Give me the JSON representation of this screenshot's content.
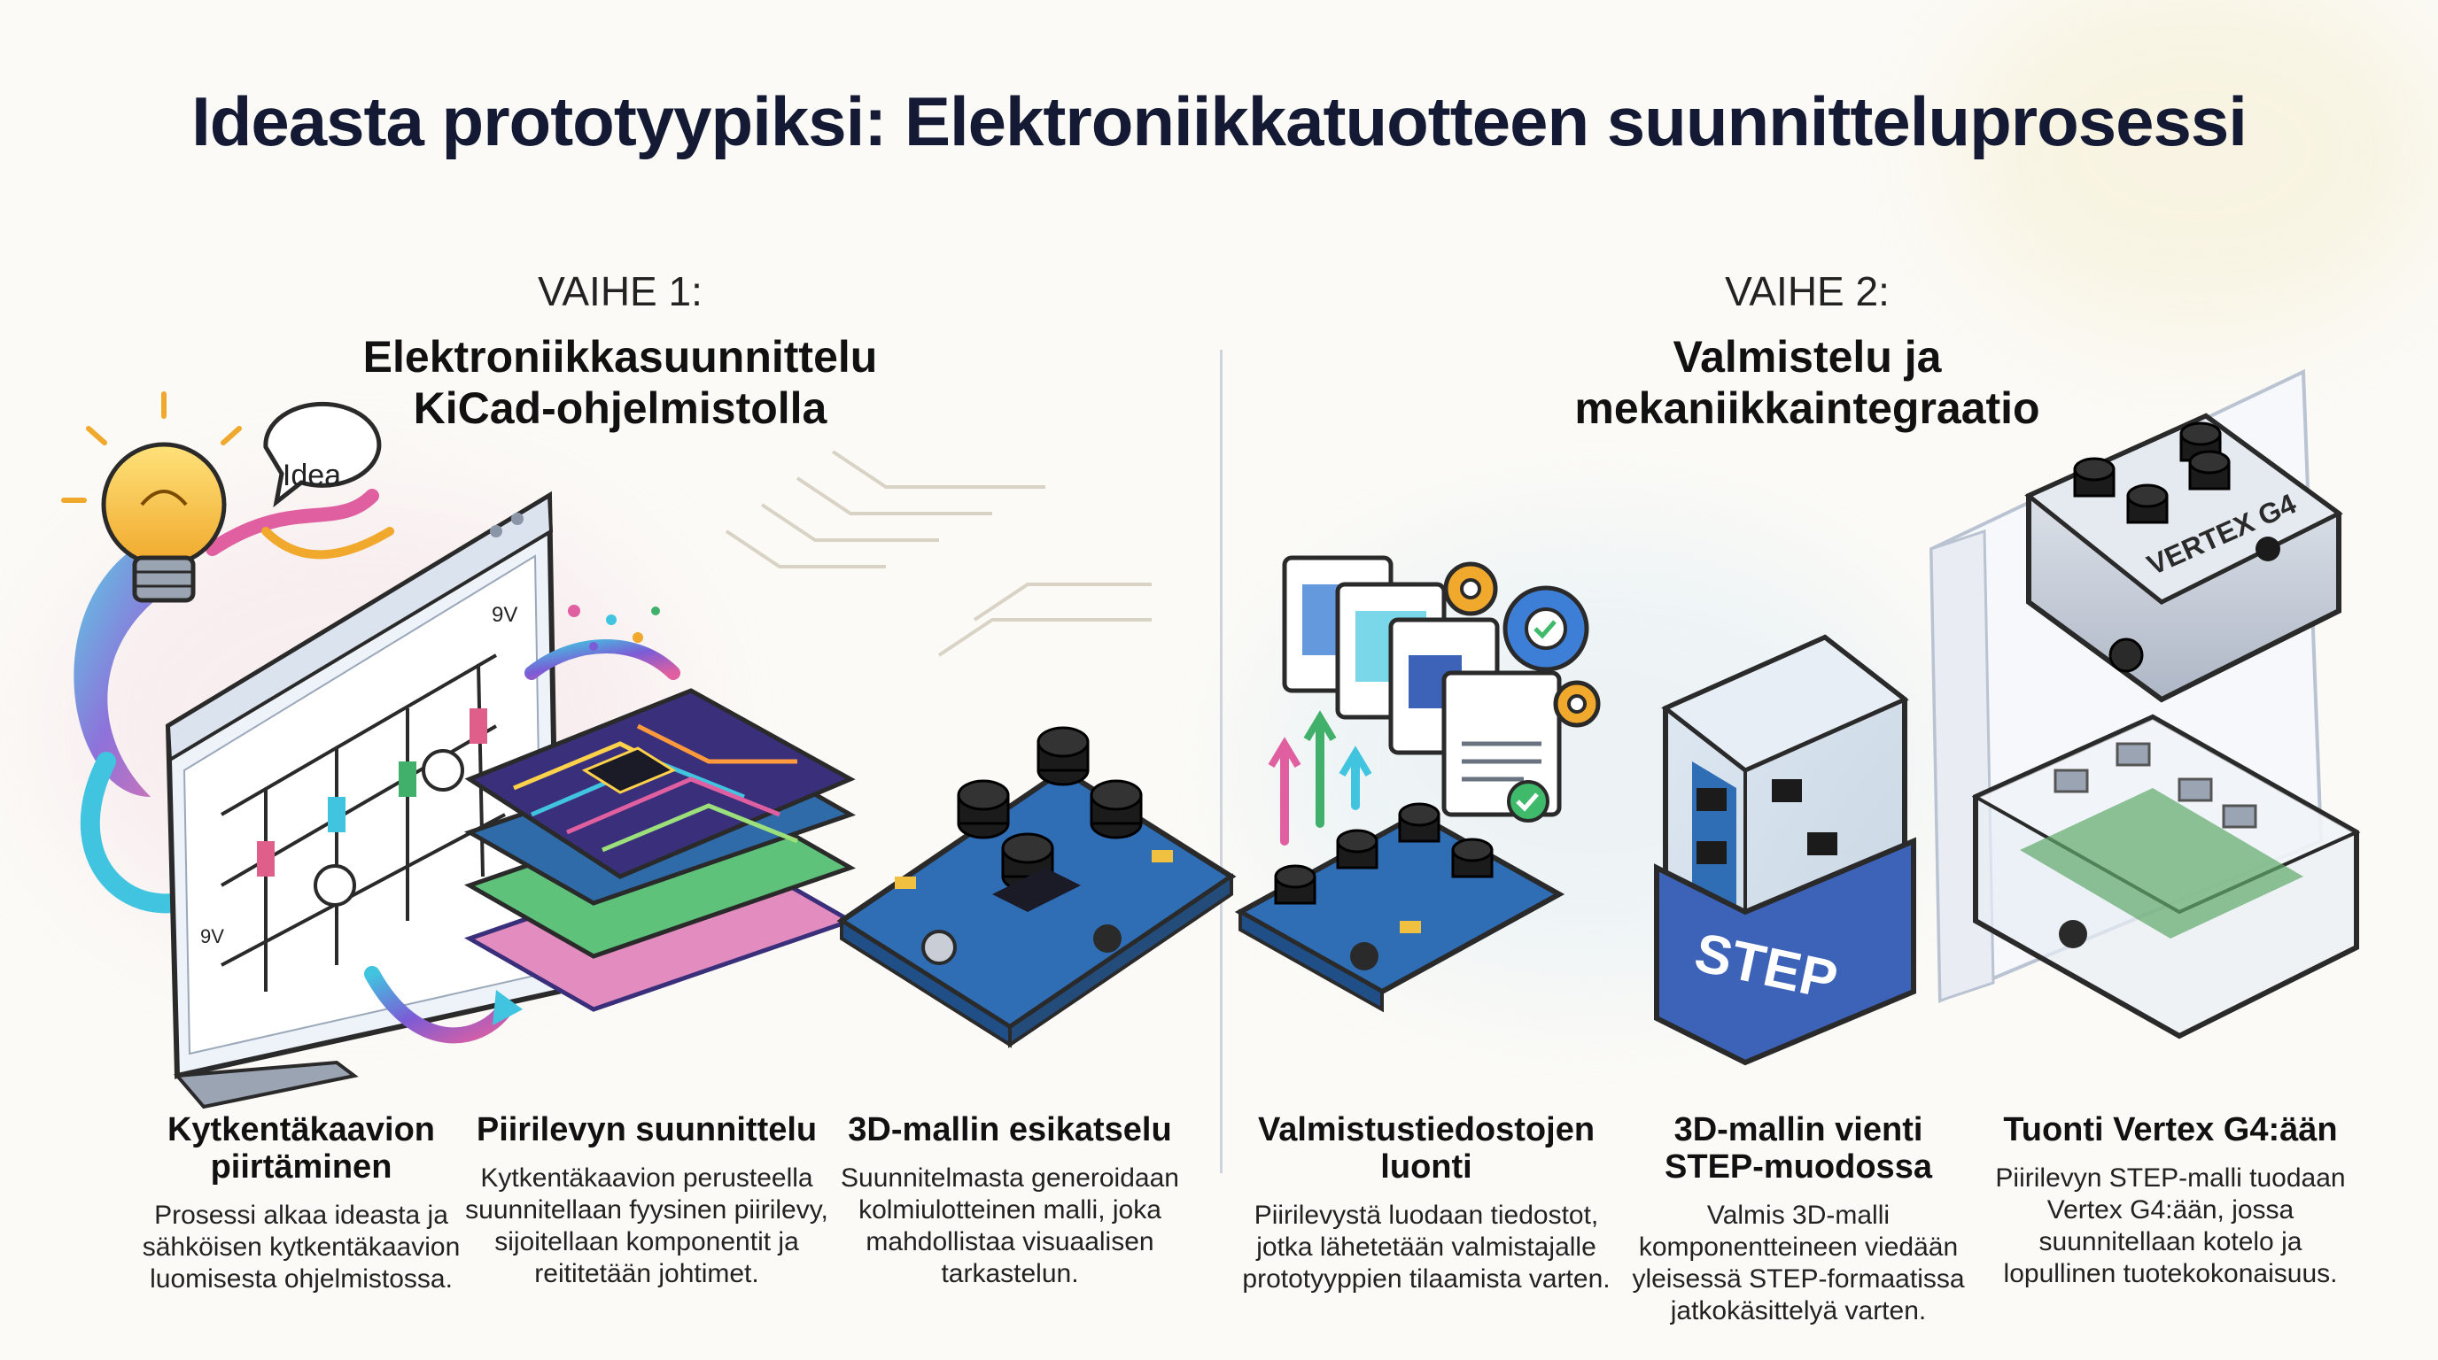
{
  "title": "Ideasta prototyypiksi: Elektroniikkatuotteen suunnitteluprosessi",
  "phases": [
    {
      "step": "VAIHE 1:",
      "title_line1": "Elektroniikkasuunnittelu",
      "title_line2": "KiCad-ohjelmistolla"
    },
    {
      "step": "VAIHE 2:",
      "title_line1": "Valmistelu ja",
      "title_line2": "mekaniikkaintegraatio"
    }
  ],
  "illustrations": {
    "idea_bubble": "Idea",
    "schematic_voltage_top": "9V",
    "schematic_voltage_left": "9V",
    "step_box_label": "STEP",
    "enclosure_brand": "VERTEX G4"
  },
  "steps": [
    {
      "title_line1": "Kytkentäkaavion",
      "title_line2": "piirtäminen",
      "body": [
        "Prosessi alkaa ideasta ja",
        "sähköisen kytkentäkaavion",
        "luomisesta ohjelmistossa."
      ]
    },
    {
      "title_line1": "Piirilevyn suunnittelu",
      "title_line2": "",
      "body": [
        "Kytkentäkaavion perusteella",
        "suunnitellaan fyysinen piirilevy,",
        "sijoitellaan komponentit ja",
        "reititetään johtimet."
      ]
    },
    {
      "title_line1": "3D-mallin esikatselu",
      "title_line2": "",
      "body": [
        "Suunnitelmasta generoidaan",
        "kolmiulotteinen malli, joka",
        "mahdollistaa visuaalisen",
        "tarkastelun."
      ]
    },
    {
      "title_line1": "Valmistustiedostojen",
      "title_line2": "luonti",
      "body": [
        "Piirilevystä luodaan tiedostot,",
        "jotka lähetetään valmistajalle",
        "prototyyppien tilaamista varten."
      ]
    },
    {
      "title_line1": "3D-mallin vienti",
      "title_line2": "STEP-muodossa",
      "body": [
        "Valmis 3D-malli",
        "komponentteineen viedään",
        "yleisessä STEP-formaatissa",
        "jatkokäsittelyä varten."
      ]
    },
    {
      "title_line1": "Tuonti Vertex G4:ään",
      "title_line2": "",
      "body": [
        "Piirilevyn STEP-malli tuodaan",
        "Vertex G4:ään, jossa",
        "suunnitellaan kotelo ja",
        "lopullinen tuotekokonaisuus."
      ]
    }
  ],
  "colors": {
    "title": "#141a33",
    "pcb_blue": "#2f6db5",
    "pcb_purple": "#3a2f7a",
    "step_blue": "#3d63b8",
    "accent_cyan": "#41c4e0",
    "accent_pink": "#e05fa0",
    "bulb_yellow": "#f7c744"
  }
}
